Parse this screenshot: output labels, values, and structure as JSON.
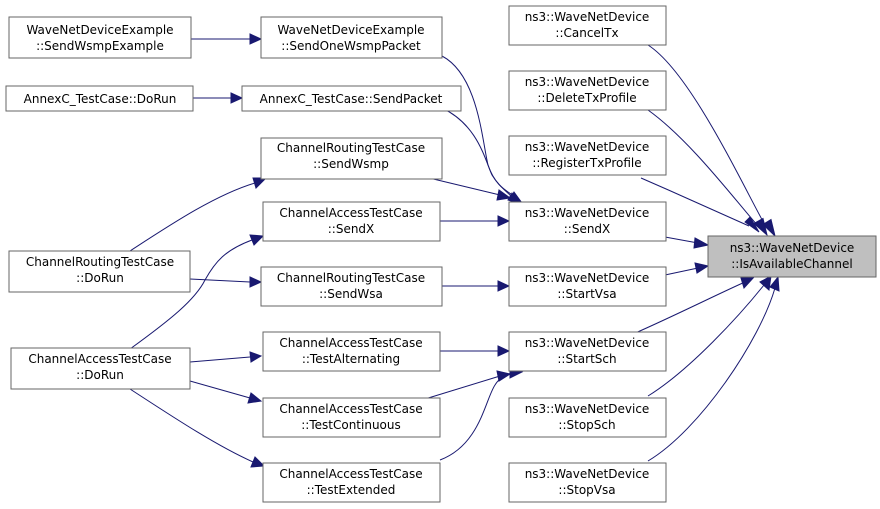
{
  "nodes": {
    "root": [
      "ns3::WaveNetDevice",
      "::IsAvailableChannel"
    ],
    "cancel_tx": [
      "ns3::WaveNetDevice",
      "::CancelTx"
    ],
    "delete_tx_profile": [
      "ns3::WaveNetDevice",
      "::DeleteTxProfile"
    ],
    "register_tx_profile": [
      "ns3::WaveNetDevice",
      "::RegisterTxProfile"
    ],
    "send_x": [
      "ns3::WaveNetDevice",
      "::SendX"
    ],
    "start_vsa": [
      "ns3::WaveNetDevice",
      "::StartVsa"
    ],
    "start_sch": [
      "ns3::WaveNetDevice",
      "::StartSch"
    ],
    "stop_sch": [
      "ns3::WaveNetDevice",
      "::StopSch"
    ],
    "stop_vsa": [
      "ns3::WaveNetDevice",
      "::StopVsa"
    ],
    "wnde_send_one": [
      "WaveNetDeviceExample",
      "::SendOneWsmpPacket"
    ],
    "wnde_send_example": [
      "WaveNetDeviceExample",
      "::SendWsmpExample"
    ],
    "annexc_send_packet": [
      "AnnexC_TestCase::SendPacket"
    ],
    "annexc_dorun": [
      "AnnexC_TestCase::DoRun"
    ],
    "crtc_send_wsmp": [
      "ChannelRoutingTestCase",
      "::SendWsmp"
    ],
    "catc_send_x": [
      "ChannelAccessTestCase",
      "::SendX"
    ],
    "crtc_send_wsa": [
      "ChannelRoutingTestCase",
      "::SendWsa"
    ],
    "catc_test_alternating": [
      "ChannelAccessTestCase",
      "::TestAlternating"
    ],
    "catc_test_continuous": [
      "ChannelAccessTestCase",
      "::TestContinuous"
    ],
    "catc_test_extended": [
      "ChannelAccessTestCase",
      "::TestExtended"
    ],
    "crtc_dorun": [
      "ChannelRoutingTestCase",
      "::DoRun"
    ],
    "catc_dorun": [
      "ChannelAccessTestCase",
      "::DoRun"
    ]
  }
}
